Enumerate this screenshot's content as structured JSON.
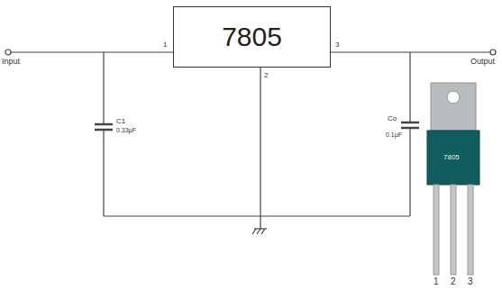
{
  "diagram": {
    "nodes": [
      {
        "text": [
          "7805"
        ]
      }
    ],
    "labels": [
      "Input",
      "1",
      "3",
      "2",
      "C1",
      "0.33µF",
      "Output",
      "Co",
      "0.1µF",
      "7805",
      "1",
      "2",
      "3"
    ]
  }
}
